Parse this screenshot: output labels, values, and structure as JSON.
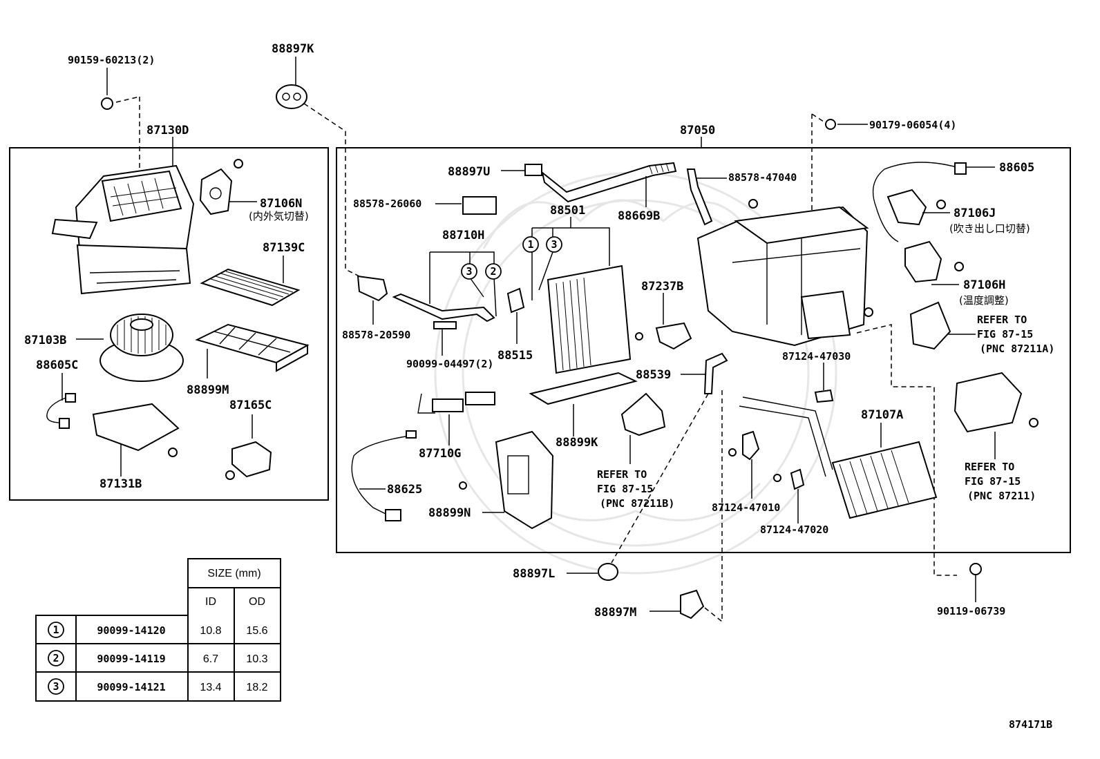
{
  "diagram_id": "874171B",
  "labels": {
    "p90159": "90159-60213(2)",
    "p88897K": "88897K",
    "p87130D": "87130D",
    "p87050": "87050",
    "p90179": "90179-06054(4)",
    "p87106N": "87106N",
    "p87106N_jp": "(内外気切替)",
    "p87139C": "87139C",
    "p87103B": "87103B",
    "p88605C": "88605C",
    "p88899M": "88899M",
    "p87165C": "87165C",
    "p87131B": "87131B",
    "p88897U": "88897U",
    "p88578_26060": "88578-26060",
    "p88501": "88501",
    "p88669B": "88669B",
    "p88578_47040": "88578-47040",
    "p88605": "88605",
    "p87106J": "87106J",
    "p87106J_jp": "(吹き出し口切替)",
    "p88710H": "88710H",
    "p88578_20590": "88578-20590",
    "p90099_04497": "90099-04497(2)",
    "p88515": "88515",
    "p87237B": "87237B",
    "p87106H": "87106H",
    "p87106H_jp": "(温度調整)",
    "refer_a_1": "REFER TO",
    "refer_a_2": "FIG 87-15",
    "refer_a_3": "(PNC 87211A)",
    "p88539": "88539",
    "p87124_47030": "87124-47030",
    "p87710G": "87710G",
    "p88899K": "88899K",
    "p87107A": "87107A",
    "p88625": "88625",
    "refer_b_1": "REFER TO",
    "refer_b_2": "FIG 87-15",
    "refer_b_3": "(PNC 87211B)",
    "p88899N": "88899N",
    "p87124_47010": "87124-47010",
    "p87124_47020": "87124-47020",
    "refer_c_1": "REFER TO",
    "refer_c_2": "FIG 87-15",
    "refer_c_3": "(PNC 87211)",
    "p88897L": "88897L",
    "p88897M": "88897M",
    "p90119": "90119-06739"
  },
  "callouts": {
    "c1": "1",
    "c2": "2",
    "c3": "3"
  },
  "size_table": {
    "header": "SIZE (mm)",
    "col_id": "ID",
    "col_od": "OD",
    "rows": [
      {
        "ref": "1",
        "part": "90099-14120",
        "id": "10.8",
        "od": "15.6"
      },
      {
        "ref": "2",
        "part": "90099-14119",
        "id": "6.7",
        "od": "10.3"
      },
      {
        "ref": "3",
        "part": "90099-14121",
        "id": "13.4",
        "od": "18.2"
      }
    ]
  }
}
